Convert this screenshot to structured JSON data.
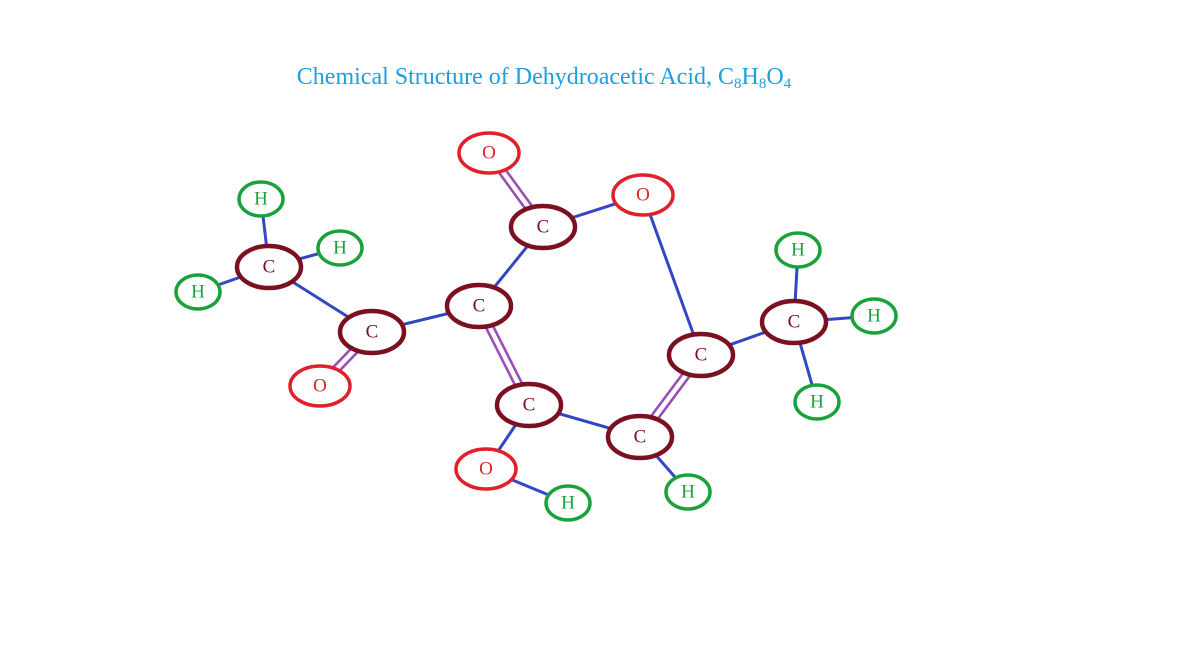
{
  "title": {
    "prefix": "Chemical Structure of Dehydroacetic Acid, C",
    "sub_c": "8",
    "mid_h": "H",
    "sub_h": "8",
    "mid_o": "O",
    "sub_o": "4",
    "color": "#1a9fdf"
  },
  "colors": {
    "carbon": "#7a1020",
    "oxygen": "#e0202a",
    "hydrogen": "#1aa23a",
    "single_bond": "#3347c4",
    "double_bond": "#9a4fb6"
  },
  "atoms": [
    {
      "id": "c_methyl_left",
      "element": "C",
      "label": "C"
    },
    {
      "id": "h_ml_top",
      "element": "H",
      "label": "H"
    },
    {
      "id": "h_ml_right",
      "element": "H",
      "label": "H"
    },
    {
      "id": "h_ml_left",
      "element": "H",
      "label": "H"
    },
    {
      "id": "c_acetyl",
      "element": "C",
      "label": "C"
    },
    {
      "id": "o_acetyl",
      "element": "O",
      "label": "O"
    },
    {
      "id": "c_ring3",
      "element": "C",
      "label": "C"
    },
    {
      "id": "c_ring2",
      "element": "C",
      "label": "C"
    },
    {
      "id": "o_carbonyl",
      "element": "O",
      "label": "O"
    },
    {
      "id": "o_ring",
      "element": "O",
      "label": "O"
    },
    {
      "id": "c_ring4",
      "element": "C",
      "label": "C"
    },
    {
      "id": "o_hydroxyl",
      "element": "O",
      "label": "O"
    },
    {
      "id": "h_hydroxyl",
      "element": "H",
      "label": "H"
    },
    {
      "id": "c_ring5",
      "element": "C",
      "label": "C"
    },
    {
      "id": "h_ring5",
      "element": "H",
      "label": "H"
    },
    {
      "id": "c_ring6",
      "element": "C",
      "label": "C"
    },
    {
      "id": "c_methyl_right",
      "element": "C",
      "label": "C"
    },
    {
      "id": "h_mr_top",
      "element": "H",
      "label": "H"
    },
    {
      "id": "h_mr_right",
      "element": "H",
      "label": "H"
    },
    {
      "id": "h_mr_bottom",
      "element": "H",
      "label": "H"
    }
  ],
  "bonds": [
    {
      "from": "c_methyl_left",
      "to": "h_ml_top",
      "order": 1
    },
    {
      "from": "c_methyl_left",
      "to": "h_ml_right",
      "order": 1
    },
    {
      "from": "c_methyl_left",
      "to": "h_ml_left",
      "order": 1
    },
    {
      "from": "c_methyl_left",
      "to": "c_acetyl",
      "order": 1
    },
    {
      "from": "c_acetyl",
      "to": "o_acetyl",
      "order": 2
    },
    {
      "from": "c_acetyl",
      "to": "c_ring3",
      "order": 1
    },
    {
      "from": "c_ring3",
      "to": "c_ring2",
      "order": 1
    },
    {
      "from": "c_ring2",
      "to": "o_carbonyl",
      "order": 2
    },
    {
      "from": "c_ring2",
      "to": "o_ring",
      "order": 1
    },
    {
      "from": "o_ring",
      "to": "c_ring6",
      "order": 1
    },
    {
      "from": "c_ring3",
      "to": "c_ring4",
      "order": 2
    },
    {
      "from": "c_ring4",
      "to": "o_hydroxyl",
      "order": 1
    },
    {
      "from": "o_hydroxyl",
      "to": "h_hydroxyl",
      "order": 1
    },
    {
      "from": "c_ring4",
      "to": "c_ring5",
      "order": 1
    },
    {
      "from": "c_ring5",
      "to": "h_ring5",
      "order": 1
    },
    {
      "from": "c_ring5",
      "to": "c_ring6",
      "order": 2
    },
    {
      "from": "c_ring6",
      "to": "c_methyl_right",
      "order": 1
    },
    {
      "from": "c_methyl_right",
      "to": "h_mr_top",
      "order": 1
    },
    {
      "from": "c_methyl_right",
      "to": "h_mr_right",
      "order": 1
    },
    {
      "from": "c_methyl_right",
      "to": "h_mr_bottom",
      "order": 1
    }
  ]
}
